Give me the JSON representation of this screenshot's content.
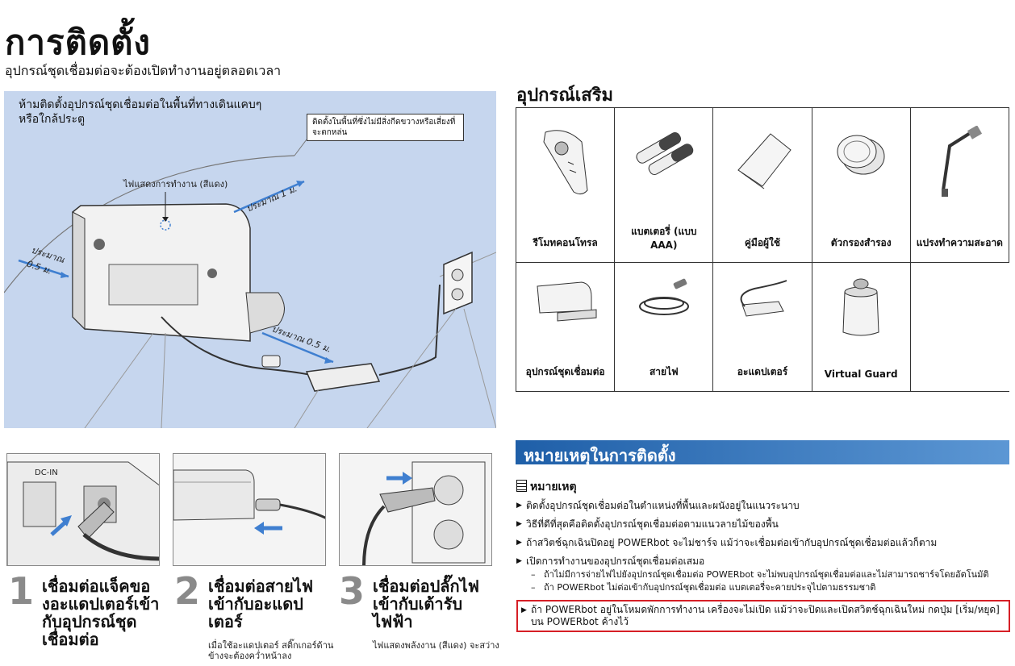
{
  "title": "การติดตั้ง",
  "subtitle": "อุปกรณ์ชุดเชื่อมต่อจะต้องเปิดทำงานอยู่ตลอดเวลา",
  "illustration": {
    "warning": "ห้ามติดตั้งอุปกรณ์ชุดเชื่อมต่อในพื้นที่ทางเดินแคบๆ หรือใกล้ประตู",
    "callout": "ติดตั้งในพื้นที่ซึ่งไม่มีสิ่งกีดขวางหรือเสี่ยงที่จะตกหล่น",
    "indicator_label": "ไฟแสดงการทำงาน (สีแดง)",
    "dist_top": "ประมาณ 1 ม.",
    "dist_left": "ประมาณ 0.5 ม.",
    "dist_bottom": "ประมาณ 0.5 ม.",
    "dc_in": "DC-IN"
  },
  "steps": [
    {
      "num": "1",
      "heading": "เชื่อมต่อแจ็คของอะแดปเตอร์เข้ากับอุปกรณ์ชุดเชื่อมต่อ",
      "note": ""
    },
    {
      "num": "2",
      "heading": "เชื่อมต่อสายไฟเข้ากับอะแดปเตอร์",
      "note": "เมื่อใช้อะแดปเตอร์ สติ๊กเกอร์ด้านข้างจะต้องคว่ำหน้าลง"
    },
    {
      "num": "3",
      "heading": "เชื่อมต่อปลั๊กไฟเข้ากับเต้ารับไฟฟ้า",
      "note": "ไฟแสดงพลังงาน (สีแดง) จะสว่าง"
    }
  ],
  "accessories": {
    "title": "อุปกรณ์เสริม",
    "items": [
      {
        "label": "รีโมทคอนโทรล",
        "icon": "remote-control-icon"
      },
      {
        "label": "แบตเตอรี่ (แบบ AAA)",
        "icon": "battery-icon"
      },
      {
        "label": "คู่มือผู้ใช้",
        "icon": "manual-icon"
      },
      {
        "label": "ตัวกรองสำรอง",
        "icon": "filter-icon"
      },
      {
        "label": "แปรงทำความสะอาด",
        "icon": "brush-icon"
      },
      {
        "label": "อุปกรณ์ชุดเชื่อมต่อ",
        "icon": "docking-station-icon"
      },
      {
        "label": "สายไฟ",
        "icon": "power-cord-icon"
      },
      {
        "label": "อะแดปเตอร์",
        "icon": "adapter-icon"
      },
      {
        "label": "Virtual Guard",
        "icon": "virtual-guard-icon"
      }
    ]
  },
  "install_notes": {
    "band_title": "หมายเหตุในการติดตั้ง",
    "heading": "หมายเหตุ",
    "items": [
      "ติดตั้งอุปกรณ์ชุดเชื่อมต่อในตำแหน่งที่พื้นและผนังอยู่ในแนวระนาบ",
      "วิธีที่ดีที่สุดคือติดตั้งอุปกรณ์ชุดเชื่อมต่อตามแนวลายไม้ของพื้น",
      "ถ้าสวิตช์ฉุกเฉินปิดอยู่ POWERbot จะไม่ชาร์จ แม้ว่าจะเชื่อมต่อเข้ากับอุปกรณ์ชุดเชื่อมต่อแล้วก็ตาม",
      "เปิดการทำงานของอุปกรณ์ชุดเชื่อมต่อเสมอ"
    ],
    "sub_items": [
      "ถ้าไม่มีการจ่ายไฟไปยังอุปกรณ์ชุดเชื่อมต่อ POWERbot จะไม่พบอุปกรณ์ชุดเชื่อมต่อและไม่สามารถชาร์จโดยอัตโนมัติ",
      "ถ้า POWERbot ไม่ต่อเข้ากับอุปกรณ์ชุดเชื่อมต่อ แบตเตอรี่จะคายประจุไปตามธรรมชาติ"
    ],
    "highlighted": "ถ้า POWERbot อยู่ในโหมดพักการทำงาน เครื่องจะไม่เปิด แม้ว่าจะปิดและเปิดสวิตช์ฉุกเฉินใหม่ กดปุ่ม [เริ่ม/หยุด] บน POWERbot ค้างไว้"
  },
  "colors": {
    "panel_bg": "#c6d6ee",
    "band": "#1f5fa8",
    "highlight_border": "#d61f26",
    "arrow": "#3f7fd0"
  }
}
